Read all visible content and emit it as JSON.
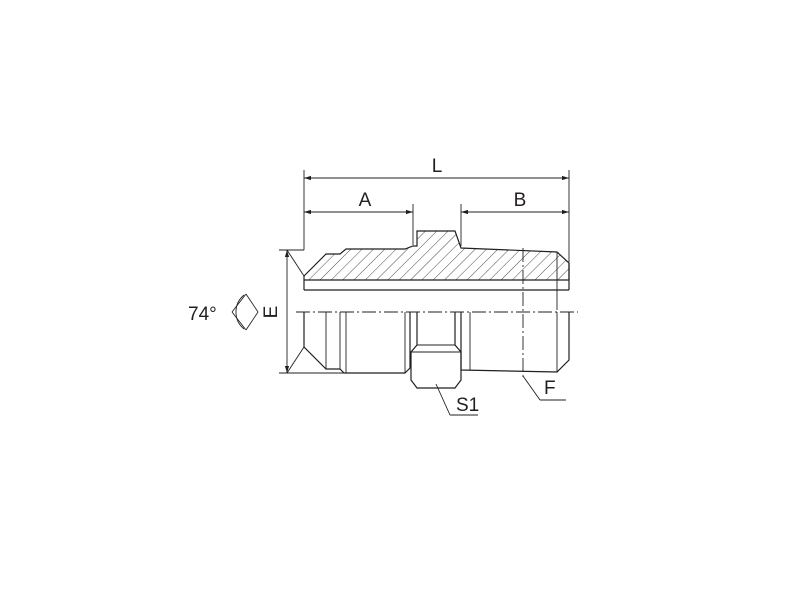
{
  "labels": {
    "L": "L",
    "A": "A",
    "B": "B",
    "E": "E",
    "F": "F",
    "S1": "S1",
    "angle": "74°"
  },
  "colors": {
    "stroke": "#231f20",
    "background": "#ffffff"
  }
}
